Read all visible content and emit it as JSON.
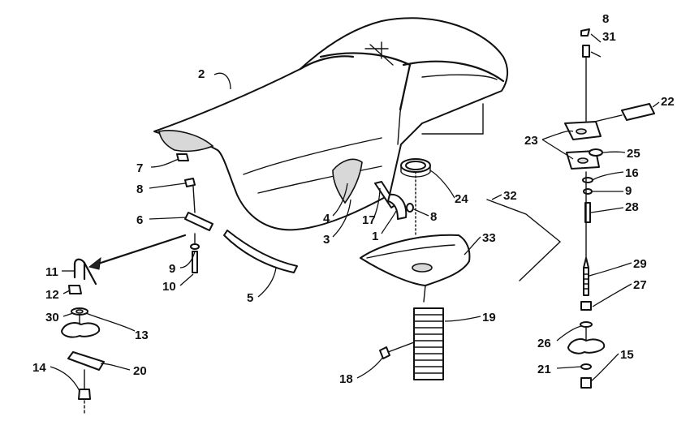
{
  "callouts": [
    {
      "id": "c2",
      "text": "2"
    },
    {
      "id": "c7",
      "text": "7"
    },
    {
      "id": "c8a",
      "text": "8"
    },
    {
      "id": "c6",
      "text": "6"
    },
    {
      "id": "c9a",
      "text": "9"
    },
    {
      "id": "c10",
      "text": "10"
    },
    {
      "id": "c11",
      "text": "11"
    },
    {
      "id": "c12",
      "text": "12"
    },
    {
      "id": "c30",
      "text": "30"
    },
    {
      "id": "c13",
      "text": "13"
    },
    {
      "id": "c14",
      "text": "14"
    },
    {
      "id": "c20",
      "text": "20"
    },
    {
      "id": "c5",
      "text": "5"
    },
    {
      "id": "c4",
      "text": "4"
    },
    {
      "id": "c3",
      "text": "3"
    },
    {
      "id": "c17",
      "text": "17"
    },
    {
      "id": "c1",
      "text": "1"
    },
    {
      "id": "c8b",
      "text": "8"
    },
    {
      "id": "c24",
      "text": "24"
    },
    {
      "id": "c32",
      "text": "32"
    },
    {
      "id": "c33",
      "text": "33"
    },
    {
      "id": "c19",
      "text": "19"
    },
    {
      "id": "c18",
      "text": "18"
    },
    {
      "id": "c8c",
      "text": "8"
    },
    {
      "id": "c31",
      "text": "31"
    },
    {
      "id": "c22",
      "text": "22"
    },
    {
      "id": "c23",
      "text": "23"
    },
    {
      "id": "c25",
      "text": "25"
    },
    {
      "id": "c16",
      "text": "16"
    },
    {
      "id": "c9b",
      "text": "9"
    },
    {
      "id": "c28",
      "text": "28"
    },
    {
      "id": "c29",
      "text": "29"
    },
    {
      "id": "c27",
      "text": "27"
    },
    {
      "id": "c26",
      "text": "26"
    },
    {
      "id": "c21",
      "text": "21"
    },
    {
      "id": "c15",
      "text": "15"
    }
  ]
}
